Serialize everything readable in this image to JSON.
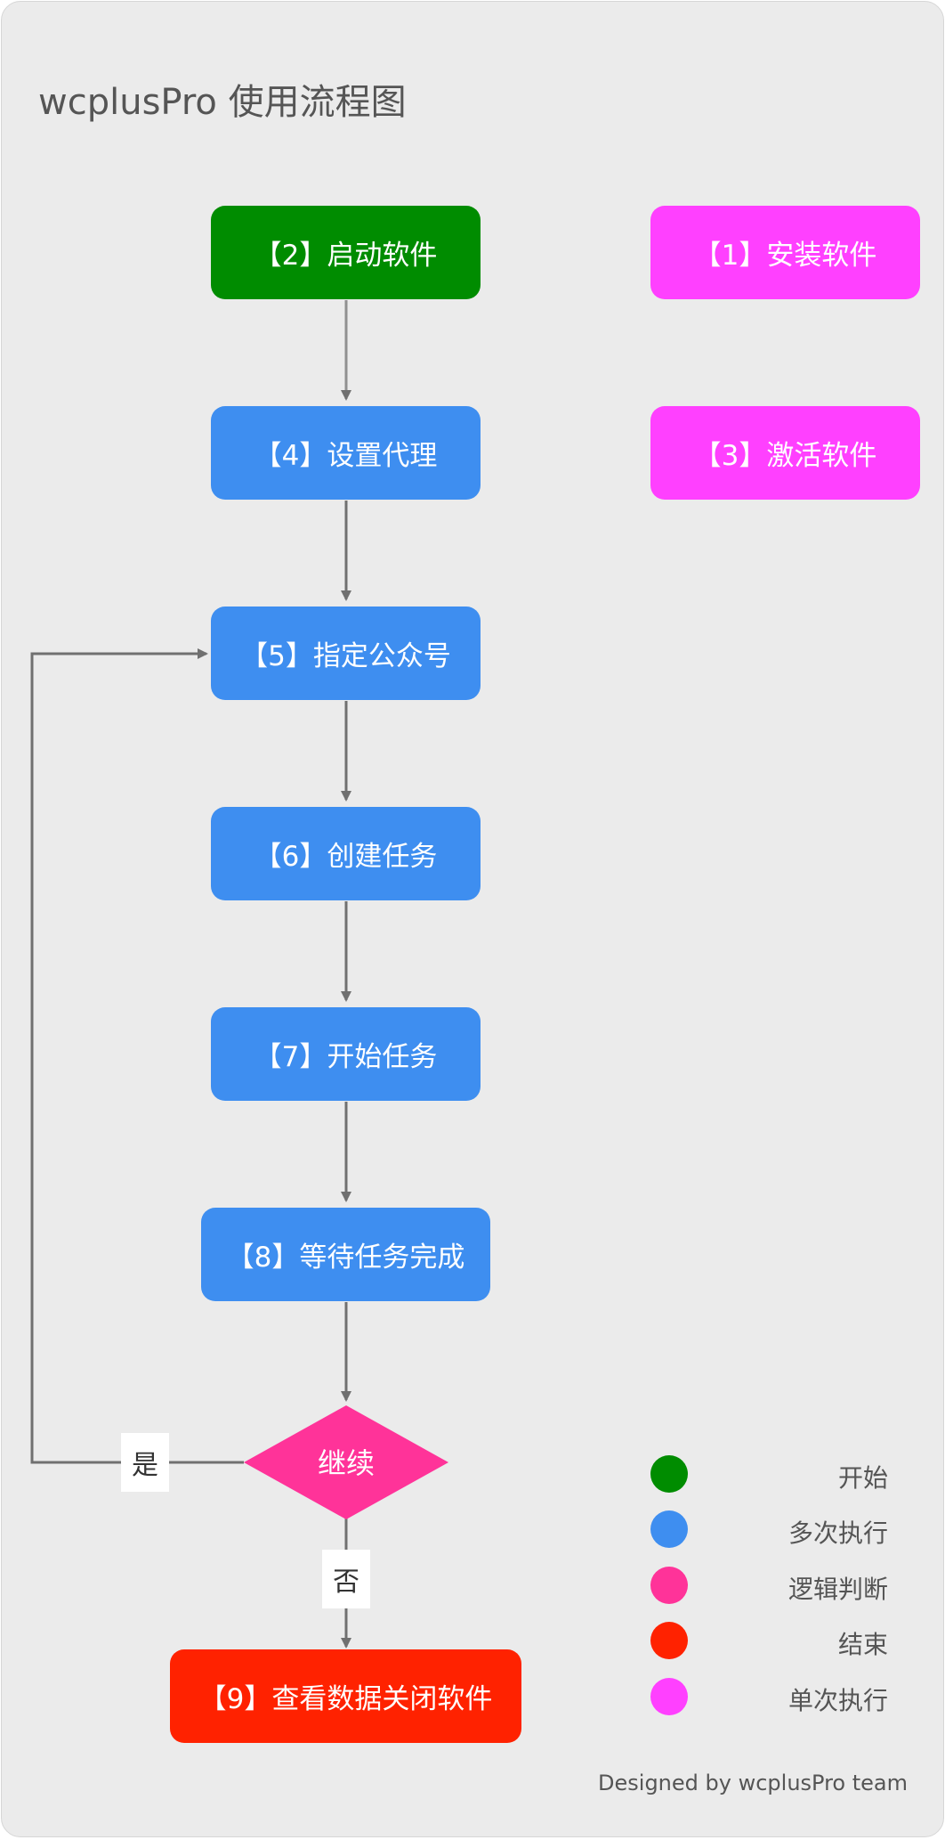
{
  "title": "wcplusPro 使用流程图",
  "colors": {
    "start": "#008c00",
    "multi": "#3e8ef0",
    "decision": "#ff3399",
    "end": "#ff2200",
    "single": "#ff40ff",
    "edge": "#707070"
  },
  "nodes": {
    "step1": "【1】安装软件",
    "step2": "【2】启动软件",
    "step3": "【3】激活软件",
    "step4": "【4】设置代理",
    "step5": "【5】指定公众号",
    "step6": "【6】创建任务",
    "step7": "【7】开始任务",
    "step8": "【8】等待任务完成",
    "decision": "继续",
    "step9": "【9】查看数据关闭软件"
  },
  "edge_labels": {
    "yes": "是",
    "no": "否"
  },
  "legend": [
    {
      "label": "开始",
      "color": "#008c00"
    },
    {
      "label": "多次执行",
      "color": "#3e8ef0"
    },
    {
      "label": "逻辑判断",
      "color": "#ff3399"
    },
    {
      "label": "结束",
      "color": "#ff2200"
    },
    {
      "label": "单次执行",
      "color": "#ff40ff"
    }
  ],
  "credit": "Designed by wcplusPro team"
}
